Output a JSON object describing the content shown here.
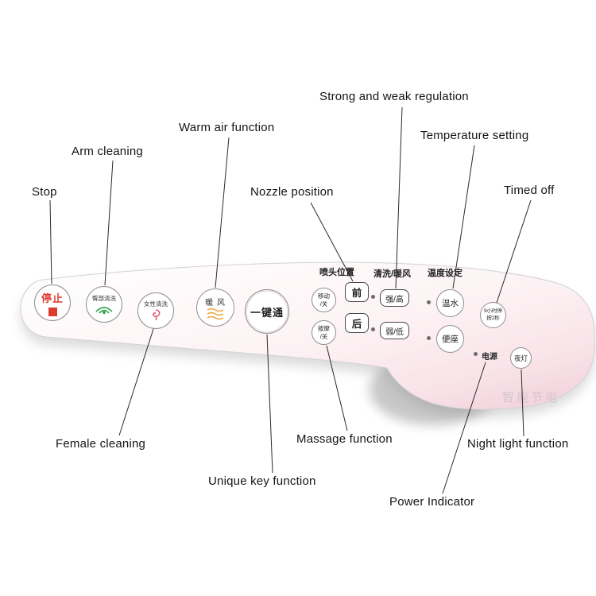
{
  "annotations": {
    "stop": "Stop",
    "arm_cleaning": "Arm cleaning",
    "warm_air": "Warm air function",
    "nozzle_position": "Nozzle position",
    "strong_weak": "Strong and weak regulation",
    "temperature": "Temperature setting",
    "timed_off": "Timed off",
    "female_cleaning": "Female cleaning",
    "unique_key": "Unique key function",
    "massage": "Massage function",
    "power_indicator": "Power Indicator",
    "night_light": "Night light function"
  },
  "panel": {
    "stop": {
      "label": "停止"
    },
    "hip_clean": {
      "label": "臀部清洗"
    },
    "female_clean": {
      "label": "女性清洗"
    },
    "warm_air": {
      "label": "暖 风"
    },
    "one_key": {
      "label": "一键通"
    },
    "nozzle": {
      "title": "喷头位置",
      "move_line1": "移动",
      "move_line2": "/关",
      "massage_line1": "按摩",
      "massage_line2": "/关",
      "front": "前",
      "back": "后"
    },
    "strength": {
      "title": "清洗/暖风",
      "strong": "强/高",
      "weak": "弱/低"
    },
    "temperature": {
      "title": "温度设定",
      "warm_water": "温水",
      "seat": "便座"
    },
    "timed": {
      "line1": "9小时停",
      "line2": "按2秒"
    },
    "power": {
      "label": "电源"
    },
    "night_light": {
      "label": "夜灯"
    },
    "branding": "智能节电"
  },
  "colors": {
    "stop_red": "#dd3b2f",
    "spray_green": "#2fa14e",
    "female_pink": "#e0506a",
    "warm_orange": "#eda23f",
    "panel_pink": "#f1ccd7",
    "annotation_text": "#141414"
  }
}
